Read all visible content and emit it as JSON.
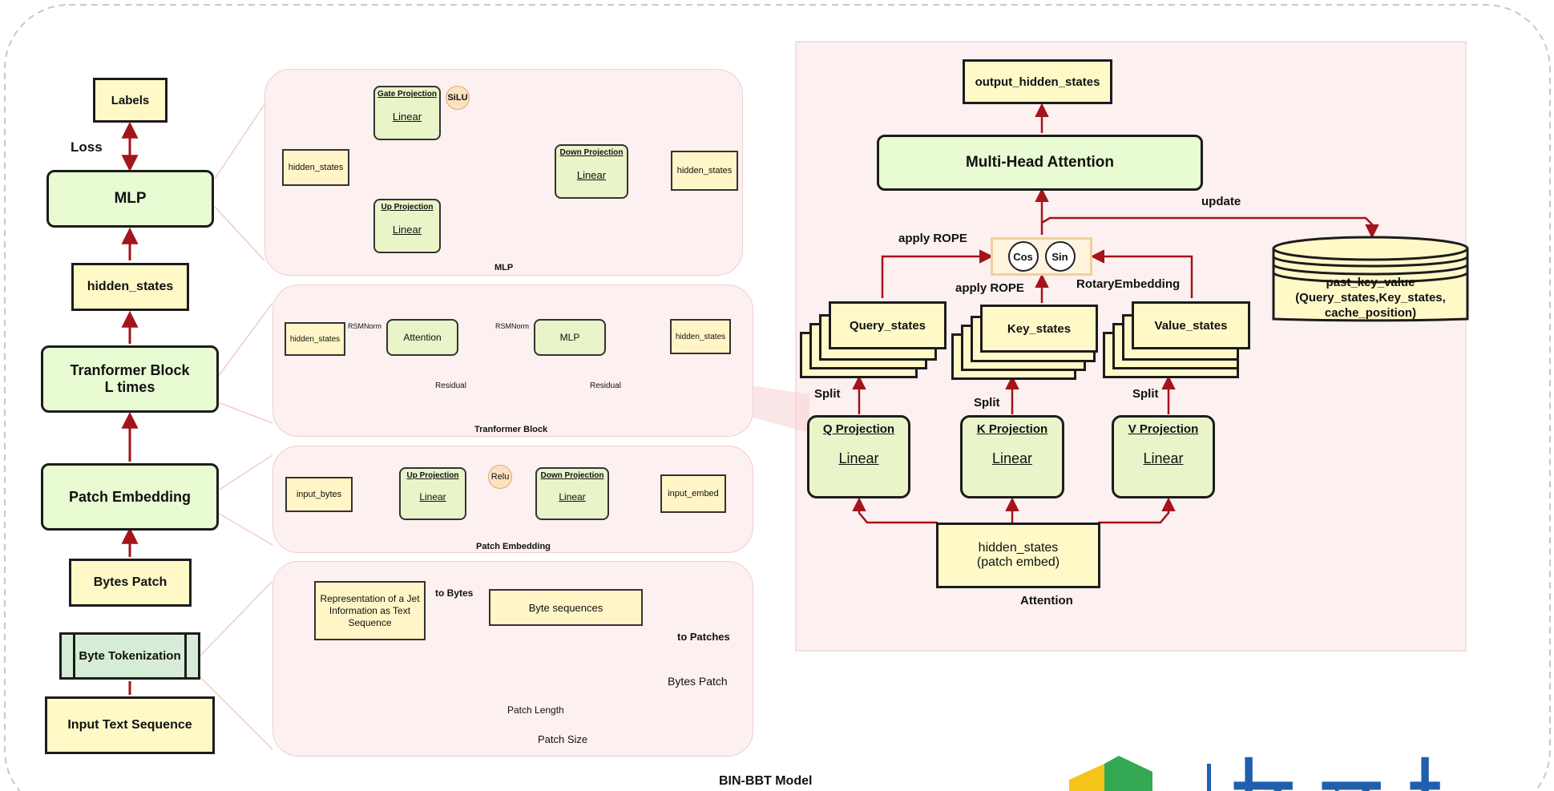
{
  "pipeline": {
    "labels": "Labels",
    "loss": "Loss",
    "mlp": "MLP",
    "hidden_states": "hidden_states",
    "transformer_block_line1": "Tranformer Block",
    "transformer_block_line2": "L times",
    "patch_embedding": "Patch Embedding",
    "bytes_patch": "Bytes Patch",
    "byte_tokenization": "Byte Tokenization",
    "input_text_sequence": "Input Text Sequence"
  },
  "mlp_panel": {
    "caption": "MLP",
    "input": "hidden_states",
    "gate_title": "Gate Projection",
    "gate_body": "Linear",
    "silu": "SiLU",
    "up_title": "Up Projection",
    "up_body": "Linear",
    "down_title": "Down Projection",
    "down_body": "Linear",
    "output": "hidden_states"
  },
  "transformer_panel": {
    "caption": "Tranformer Block",
    "input": "hidden_states",
    "norm1": "RSMNorm",
    "attention": "Attention",
    "norm2": "RSMNorm",
    "mlp": "MLP",
    "output": "hidden_states",
    "residual1": "Residual",
    "residual2": "Residual"
  },
  "patch_panel": {
    "caption": "Patch Embedding",
    "input": "input_bytes",
    "up_title": "Up Projection",
    "up_body": "Linear",
    "relu": "Relu",
    "down_title": "Down Projection",
    "down_body": "Linear",
    "output": "input_embed"
  },
  "tokenization_panel": {
    "representation": "Representation of a Jet Information as Text Sequence",
    "to_bytes": "to Bytes",
    "byte_sequences": "Byte sequences",
    "to_patches": "to Patches",
    "bytes_patch": "Bytes Patch",
    "patch_length": "Patch Length",
    "patch_size": "Patch Size"
  },
  "attention_panel": {
    "caption": "Attention",
    "output_hidden_states": "output_hidden_states",
    "multi_head_attention": "Multi-Head Attention",
    "update": "update",
    "apply_rope_1": "apply ROPE",
    "apply_rope_2": "apply ROPE",
    "cos": "Cos",
    "sin": "Sin",
    "rotary_embedding": "RotaryEmbedding",
    "past_key_value": "past_key_value",
    "past_key_value_detail_1": "(Query_states,Key_states,",
    "past_key_value_detail_2": "cache_position)",
    "query_states": "Query_states",
    "key_states": "Key_states",
    "value_states": "Value_states",
    "split_q": "Split",
    "split_k": "Split",
    "split_v": "Split",
    "q_title": "Q Projection",
    "q_body": "Linear",
    "k_title": "K Projection",
    "k_body": "Linear",
    "v_title": "V Projection",
    "v_body": "Linear",
    "input_line1": "hidden_states",
    "input_line2": "(patch embed)"
  },
  "footer": {
    "model_name": "BIN-BBT Model"
  },
  "colors": {
    "arrow": "#a3141b",
    "yellow": "#fff9c8",
    "green": "#e8fbd2",
    "panel": "#fdf0f0",
    "logo_yellow": "#f6c319",
    "logo_green": "#34a853",
    "logo_text": "#1f5fae"
  }
}
